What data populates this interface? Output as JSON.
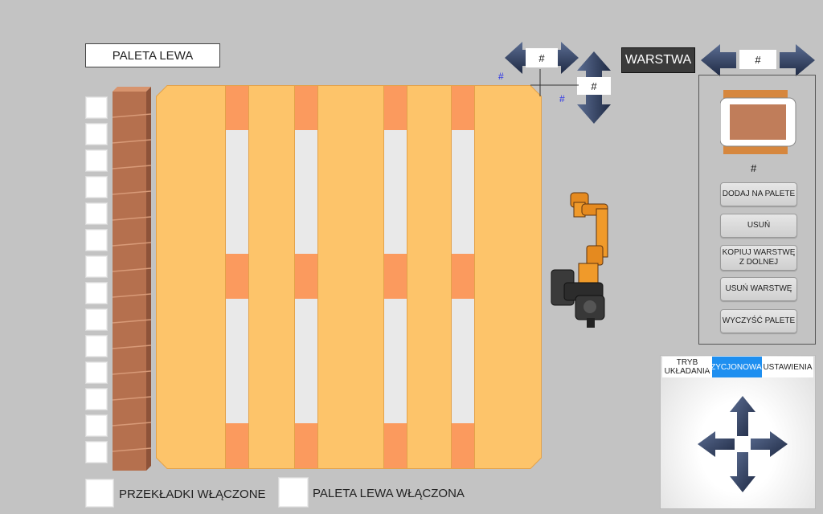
{
  "title": "PALETA LEWA",
  "warstwa_label": "WARSTWA",
  "hash": "#",
  "panel": {
    "layer_number": "#",
    "buttons": [
      "DODAJ NA PALETE",
      "USUŃ",
      "KOPIUJ WARSTWĘ Z DOLNEJ",
      "USUŃ WARSTWĘ",
      "WYCZYŚĆ PALETE"
    ]
  },
  "tabs": [
    "TRYB UKŁADANIA",
    "POZYCJONOWANIE",
    "USTAWIENIA"
  ],
  "active_tab_index": 1,
  "checkboxes": {
    "przekladki": "PRZEKŁADKI WŁĄCZONE",
    "paleta": "PALETA LEWA WŁĄCZONA"
  },
  "colors": {
    "background": "#c3c3c3",
    "pallet_board": "#fdc46a",
    "pallet_block": "#fb9a5e",
    "brick": "#b5704e",
    "active_tab": "#1e8ff0",
    "arrow": "#2e3d5c"
  }
}
